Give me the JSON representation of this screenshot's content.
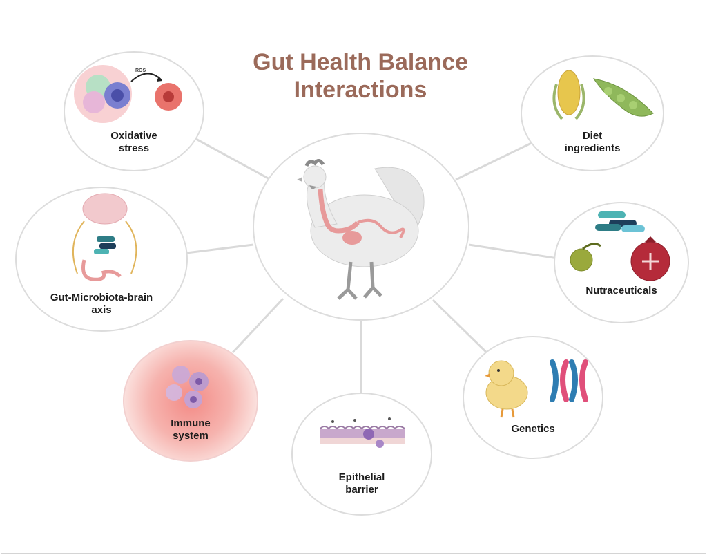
{
  "title": {
    "line1": "Gut Health Balance",
    "line2": "Interactions"
  },
  "colors": {
    "title": "#9b6a5a",
    "connector": "#d9d9d9",
    "node_border": "#dcdcdc",
    "immune_glow": "#f38b86",
    "label": "#1c1c1c"
  },
  "center": {
    "icon": "chicken-gut-icon"
  },
  "nodes": {
    "oxidative_stress": {
      "line1": "Oxidative",
      "line2": "stress",
      "annotation": "ROS",
      "icon": "ros-cells-icon"
    },
    "diet_ingredients": {
      "line1": "Diet",
      "line2": "ingredients",
      "icon": "corn-peas-icon"
    },
    "gut_microbiota_brain_axis": {
      "line1": "Gut-Microbiota-brain",
      "line2": "axis",
      "icon": "brain-gut-loop-icon"
    },
    "nutraceuticals": {
      "line1": "Nutraceuticals",
      "icon": "capsules-fruit-icon"
    },
    "immune_system": {
      "line1": "Immune",
      "line2": "system",
      "icon": "immune-cells-icon"
    },
    "epithelial_barrier": {
      "line1": "Epithelial",
      "line2": "barrier",
      "icon": "epithelium-icon"
    },
    "genetics": {
      "line1": "Genetics",
      "icon": "chick-chromosome-icon"
    }
  }
}
